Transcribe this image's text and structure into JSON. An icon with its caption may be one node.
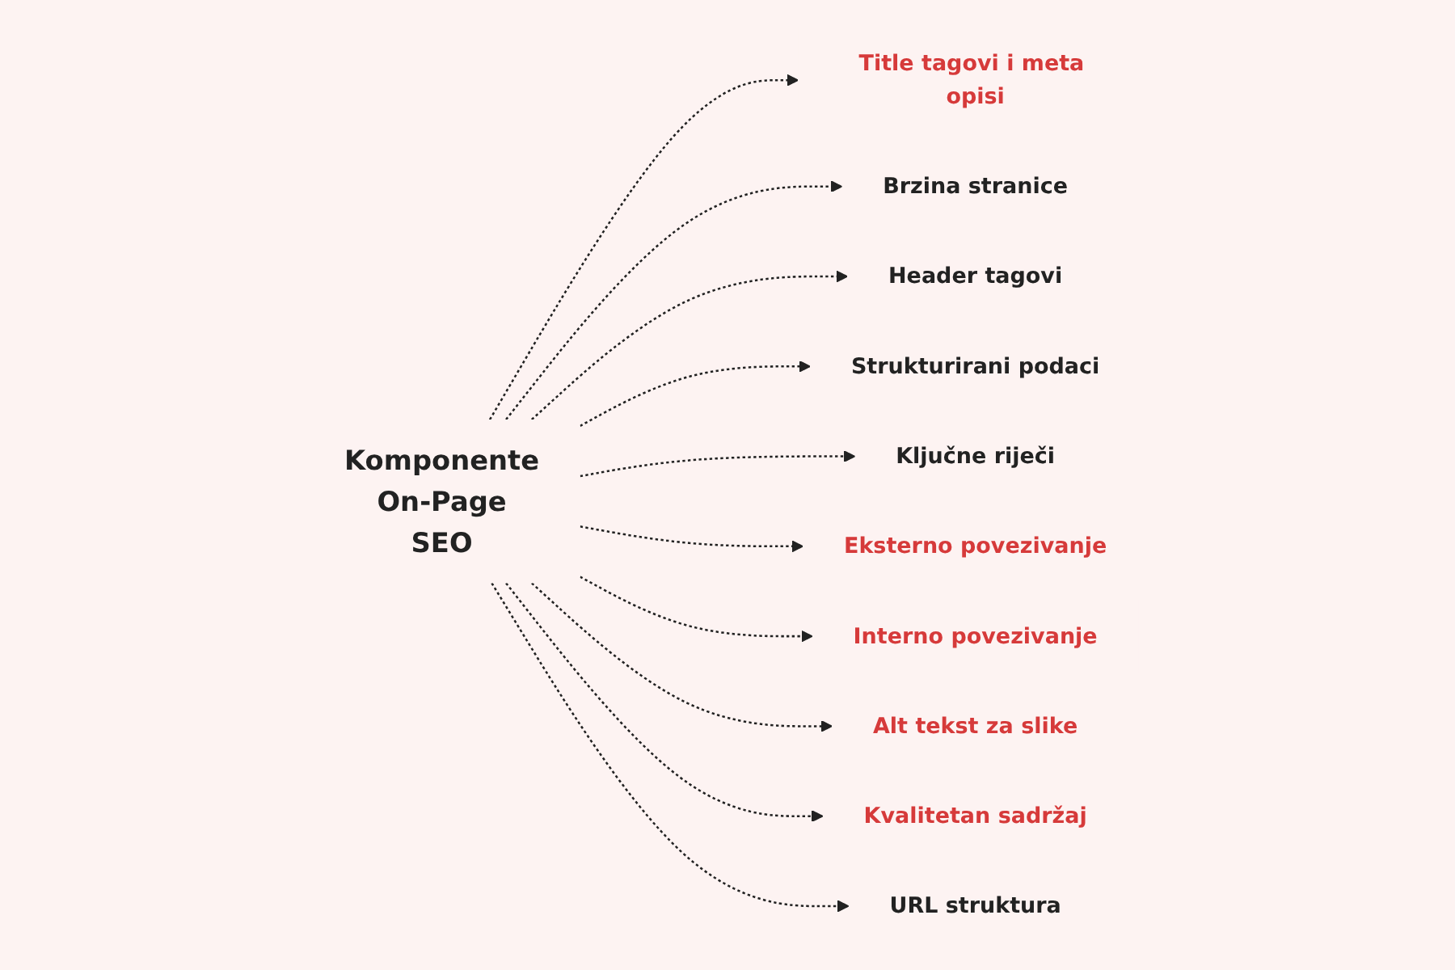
{
  "diagram": {
    "nodes": [
      {
        "text": [
          "Komponente",
          "On-Page",
          "SEO"
        ]
      },
      {
        "text": [
          "Title tagovi i meta opisi"
        ]
      },
      {
        "text": [
          "Brzina stranice"
        ]
      },
      {
        "text": [
          "Header tagovi"
        ]
      },
      {
        "text": [
          "Strukturirani podaci"
        ]
      },
      {
        "text": [
          "Ključne riječi"
        ]
      },
      {
        "text": [
          "Eksterno povezivanje"
        ]
      },
      {
        "text": [
          "Interno povezivanje"
        ]
      },
      {
        "text": [
          "Alt tekst za slike"
        ]
      },
      {
        "text": [
          "Kvalitetan sadržaj"
        ]
      },
      {
        "text": [
          "URL struktura"
        ]
      }
    ],
    "edges": [
      {
        "from": 0,
        "to": 1,
        "arrow": "to",
        "style": "dashed"
      },
      {
        "from": 0,
        "to": 2,
        "arrow": "to",
        "style": "dashed"
      },
      {
        "from": 0,
        "to": 3,
        "arrow": "to",
        "style": "dashed"
      },
      {
        "from": 0,
        "to": 4,
        "arrow": "to",
        "style": "dashed"
      },
      {
        "from": 0,
        "to": 5,
        "arrow": "to",
        "style": "dashed"
      },
      {
        "from": 0,
        "to": 6,
        "arrow": "to",
        "style": "dashed"
      },
      {
        "from": 0,
        "to": 7,
        "arrow": "to",
        "style": "dashed"
      },
      {
        "from": 0,
        "to": 8,
        "arrow": "to",
        "style": "dashed"
      },
      {
        "from": 0,
        "to": 9,
        "arrow": "to",
        "style": "dashed"
      },
      {
        "from": 0,
        "to": 10,
        "arrow": "to",
        "style": "dashed"
      }
    ]
  }
}
